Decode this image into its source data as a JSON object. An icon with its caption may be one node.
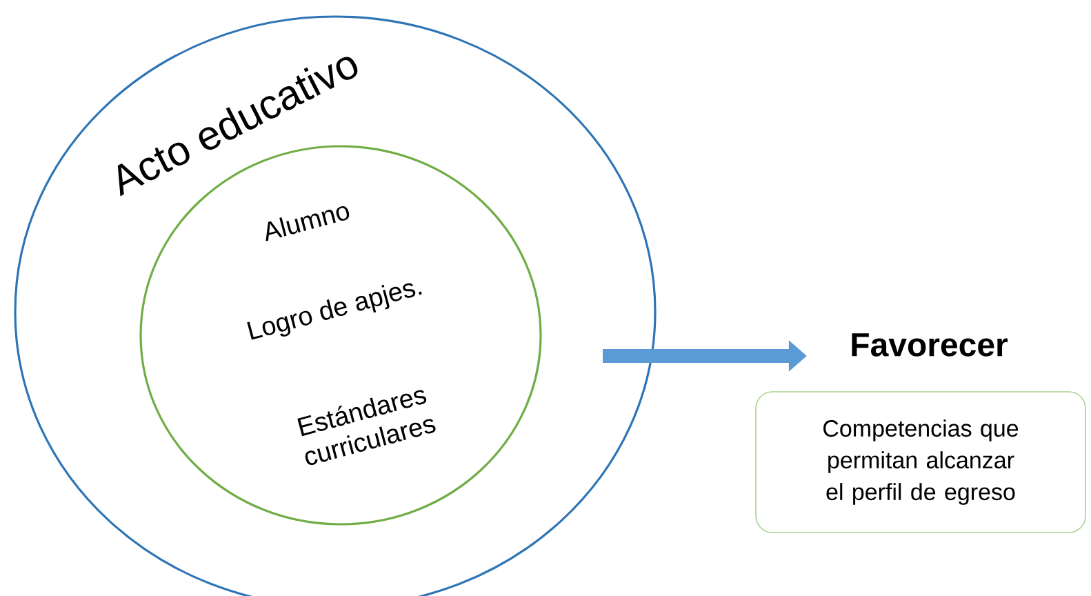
{
  "diagram": {
    "nodes": [
      {
        "text": [
          "Acto educativo"
        ]
      },
      {
        "text": [
          "Alumno",
          "Logro de apjes.",
          "Estándares curriculares"
        ],
        "in": 0
      },
      {
        "text": [
          "Favorecer",
          "Competencias que permitan alcanzar el perfil de egreso"
        ]
      }
    ],
    "edges": [
      {
        "from": 0,
        "to": 2,
        "arrow": "to"
      }
    ]
  }
}
